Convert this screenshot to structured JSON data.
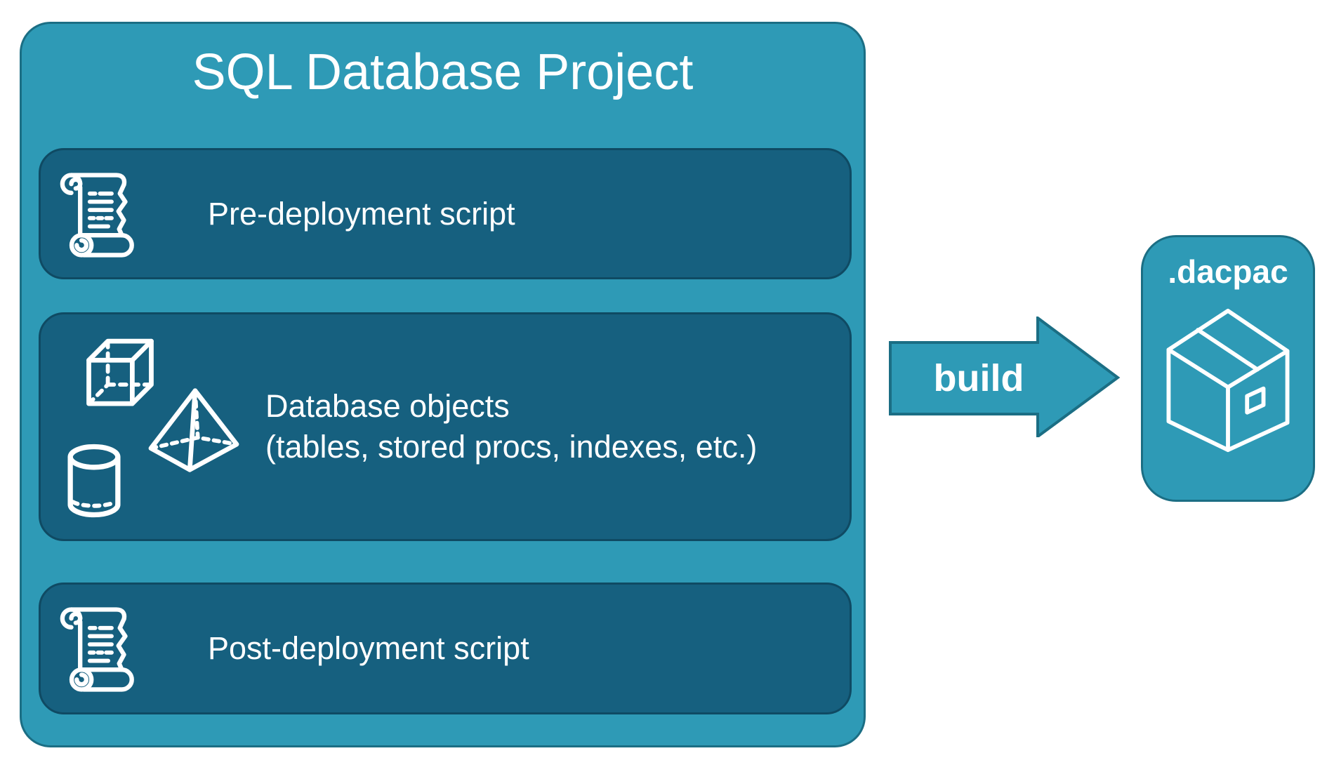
{
  "colors": {
    "outer_fill": "#2E9AB6",
    "outer_border": "#1B6E84",
    "inner_fill": "#16607F",
    "inner_border": "#0F4A63",
    "text": "#FFFFFF"
  },
  "project": {
    "title": "SQL Database Project",
    "rows": [
      {
        "label": "Pre-deployment script",
        "icon": "scroll-icon"
      },
      {
        "label": "Database objects",
        "sublabel": "(tables, stored procs, indexes, etc.)",
        "icons": [
          "cube-icon",
          "pyramid-icon",
          "cylinder-icon"
        ]
      },
      {
        "label": "Post-deployment script",
        "icon": "scroll-icon"
      }
    ]
  },
  "arrow": {
    "label": "build"
  },
  "output": {
    "label": ".dacpac",
    "icon": "package-icon"
  }
}
